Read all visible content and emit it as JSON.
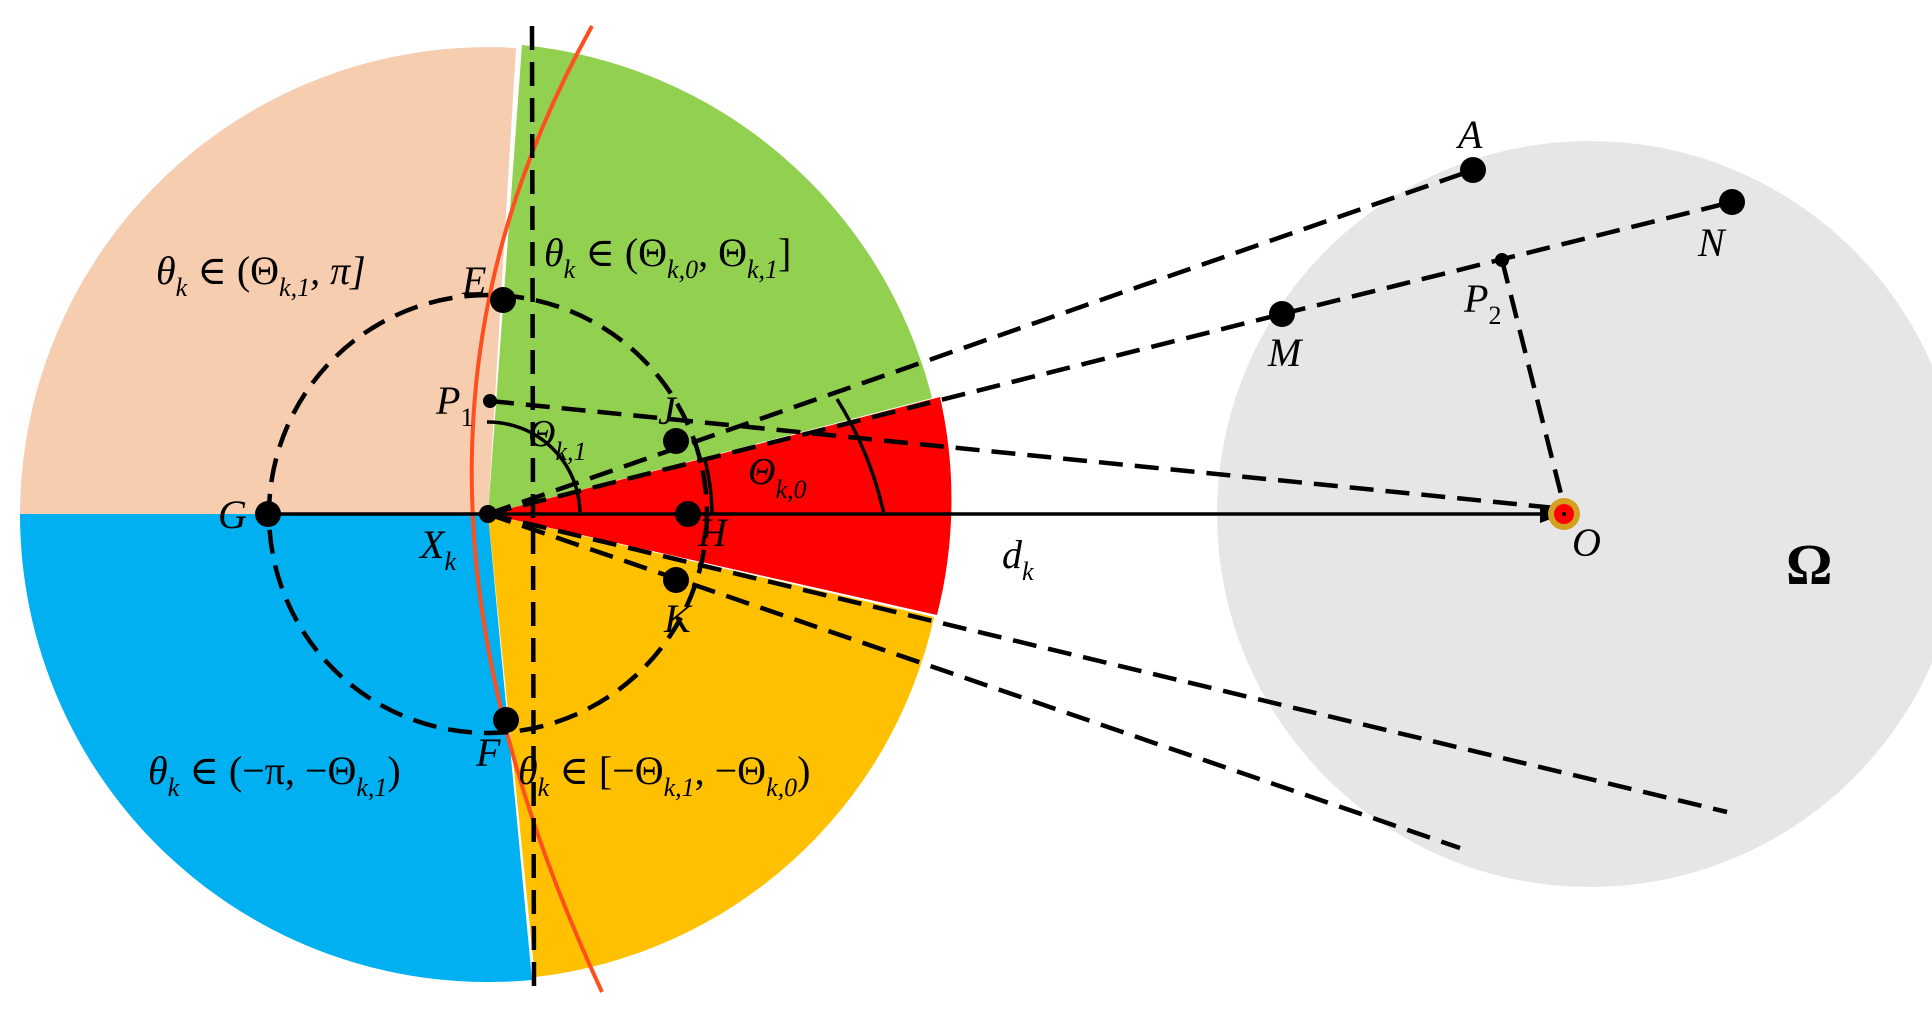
{
  "colors": {
    "peach": "#f7cdb0",
    "green": "#92d050",
    "red": "#ff0000",
    "blue": "#00b0f0",
    "orange": "#ffc000",
    "gray_region": "#e6e6e6",
    "boundary_curve": "#ff4f1f",
    "target_ring": "#d4a020"
  },
  "point_labels": {
    "A": "A",
    "N": "N",
    "M": "M",
    "P2_main": "P",
    "P2_sub": "2",
    "E": "E",
    "P1_main": "P",
    "P1_sub": "1",
    "J": "J",
    "G": "G",
    "Xk_main": "X",
    "Xk_sub": "k",
    "H": "H",
    "K": "K",
    "F": "F",
    "O": "O",
    "dk_main": "d",
    "dk_sub": "k",
    "Omega": "Ω"
  },
  "angle_labels": {
    "Theta_k1": {
      "main": "Θ",
      "sub": "k,1"
    },
    "Theta_k0": {
      "main": "Θ",
      "sub": "k,0"
    }
  },
  "region_labels": {
    "peach": {
      "pre": "θ",
      "sub": "k",
      "mid": " ∈ (Θ",
      "sub2": "k,1",
      "post": ", π]"
    },
    "green": {
      "pre": "θ",
      "sub": "k",
      "mid": " ∈ (Θ",
      "sub2": "k,0",
      "mid2": ", Θ",
      "sub3": "k,1",
      "post": "]"
    },
    "blue": {
      "pre": "θ",
      "sub": "k",
      "mid": " ∈ (−π, −Θ",
      "sub2": "k,1",
      "post": ")"
    },
    "orange": {
      "pre": "θ",
      "sub": "k",
      "mid": " ∈ [−Θ",
      "sub2": "k,1",
      "mid2": ", −Θ",
      "sub3": "k,0",
      "post": ")"
    }
  }
}
